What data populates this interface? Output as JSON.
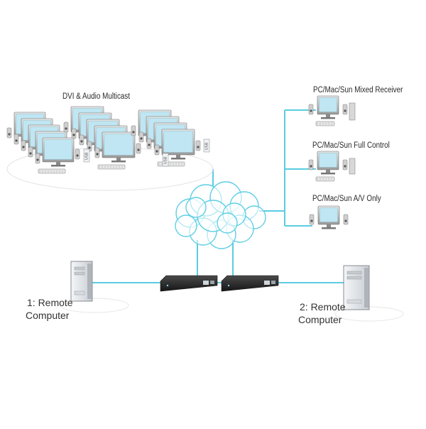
{
  "diagram": {
    "labels": {
      "multicast": "DVI & Audio Multicast",
      "mixed_receiver": "PC/Mac/Sun Mixed Receiver",
      "full_control": "PC/Mac/Sun Full Control",
      "av_only": "PC/Mac/Sun A/V Only",
      "remote1_line1": "1: Remote",
      "remote1_line2": "Computer",
      "remote2_line1": "2: Remote",
      "remote2_line2": "Computer"
    },
    "usb_tag": "USB",
    "colors": {
      "link": "#5bcde0",
      "cloud_stroke": "#5fcfe3",
      "screen": "#bfe6f2",
      "device_dark": "#2b2b2b",
      "tower_light": "#e9eef3",
      "tower_dark": "#cfd3d7"
    }
  }
}
